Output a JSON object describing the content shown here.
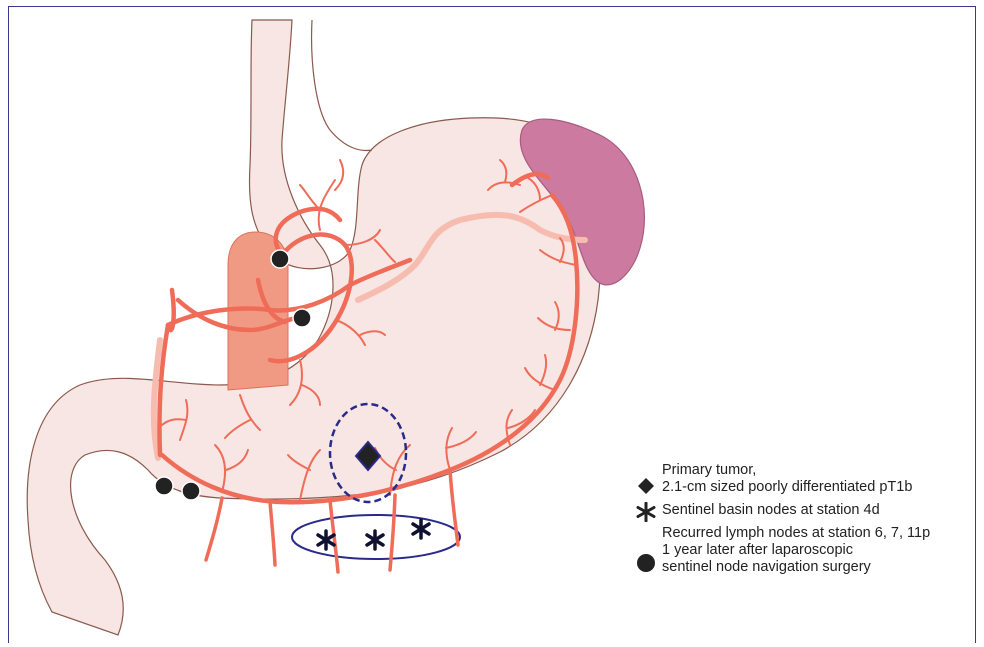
{
  "colors": {
    "stomach_fill": "#f7e6e3",
    "stomach_stroke": "#8a5a4e",
    "vessel": "#ef6c58",
    "vessel_light": "#f6bcb0",
    "spleen": "#cc7aa0",
    "pancreas": "#f09a84",
    "node_dot": "#222222",
    "basin_outline": "#2a2a8a",
    "tumor": "#222222"
  },
  "legend": {
    "primary_tumor": "Primary tumor,\n2.1-cm sized poorly differentiated pT1b",
    "sentinel_basin": "Sentinel basin nodes at station 4d",
    "recurred_nodes": "Recurred lymph nodes at station 6, 7, 11p\n1 year later after laparoscopic\nsentinel node navigation surgery"
  },
  "icons": {
    "tumor": "diamond-icon",
    "sentinel": "asterisk-icon",
    "recurred": "filled-circle-icon"
  }
}
